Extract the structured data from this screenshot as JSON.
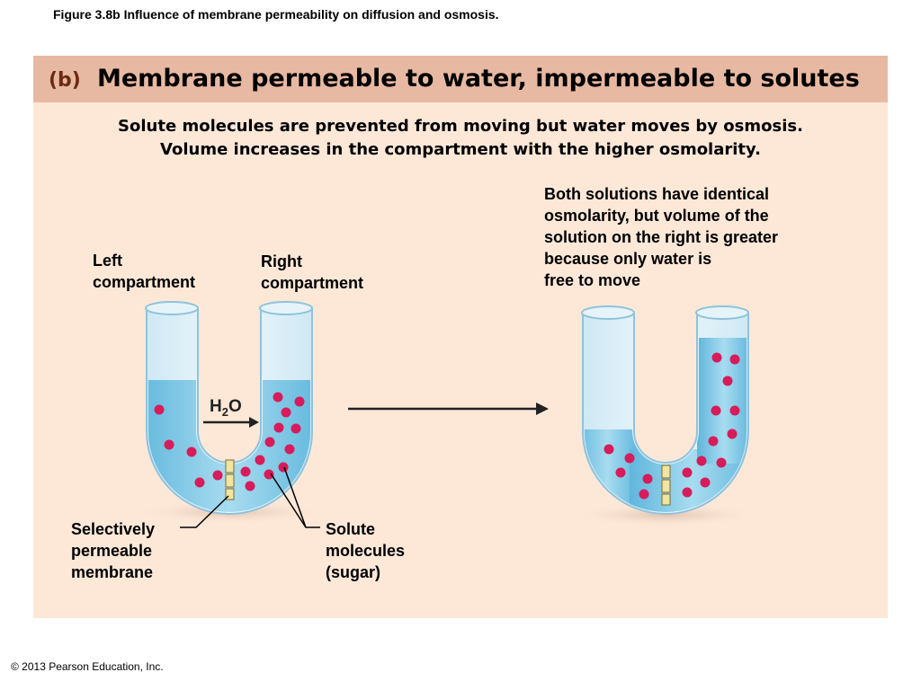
{
  "figure_caption": "Figure 3.8b  Influence of membrane permeability on diffusion and osmosis.",
  "panel": {
    "label": "(b)",
    "title": "Membrane permeable to water, impermeable to solutes",
    "subtitle_line1": "Solute molecules are prevented from moving but water moves by osmosis.",
    "subtitle_line2": "Volume increases in the compartment with the higher osmolarity."
  },
  "labels": {
    "left_compartment": [
      "Left",
      "compartment"
    ],
    "right_compartment": [
      "Right",
      "compartment"
    ],
    "water": {
      "main": "H",
      "sub": "2",
      "tail": "O"
    },
    "result_note": [
      "Both solutions have identical",
      "osmolarity, but volume of the",
      "solution on the right is greater",
      "because only water is",
      "free to move"
    ],
    "membrane": [
      "Selectively",
      "permeable",
      "membrane"
    ],
    "solute": [
      "Solute",
      "molecules",
      "(sugar)"
    ]
  },
  "copyright": "© 2013 Pearson Education, Inc.",
  "colors": {
    "header_band": "#e8b9a2",
    "panel_background": "#fde8d8",
    "panel_label": "#6b2a12",
    "water": "#7ec8e6",
    "solute": "#d81b5a",
    "membrane": "#f2e5a0"
  }
}
